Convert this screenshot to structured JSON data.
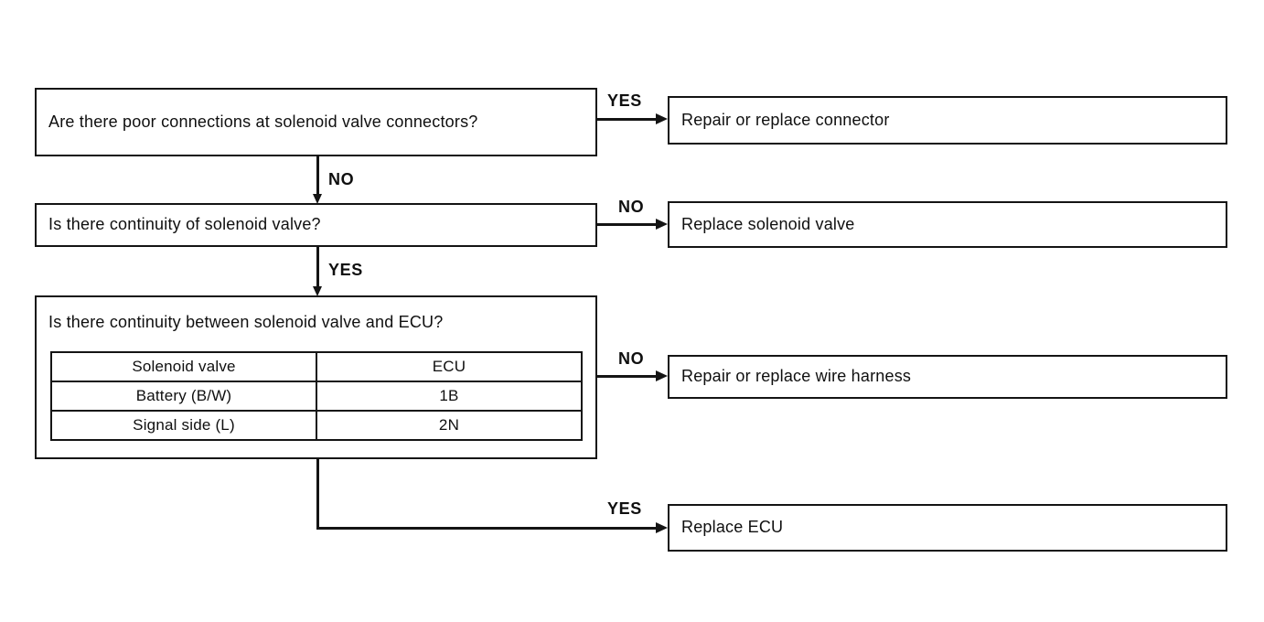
{
  "diagram": {
    "type": "flowchart",
    "colors": {
      "ink": "#141414",
      "background": "#ffffff"
    },
    "nodes": {
      "q1": "Are there poor connections at solenoid valve connectors?",
      "q2": "Is there continuity of solenoid valve?",
      "q3": "Is there continuity between solenoid valve and ECU?",
      "r1": "Repair or replace connector",
      "r2": "Replace solenoid valve",
      "r3": "Repair or replace wire harness",
      "r4": "Replace ECU"
    },
    "edge_labels": {
      "q1_yes": "YES",
      "q1_no": "NO",
      "q2_no": "NO",
      "q2_yes": "YES",
      "q3_no": "NO",
      "q3_yes": "YES"
    },
    "table": {
      "headers": [
        "Solenoid valve",
        "ECU"
      ],
      "rows": [
        [
          "Battery (B/W)",
          "1B"
        ],
        [
          "Signal side (L)",
          "2N"
        ]
      ]
    }
  }
}
